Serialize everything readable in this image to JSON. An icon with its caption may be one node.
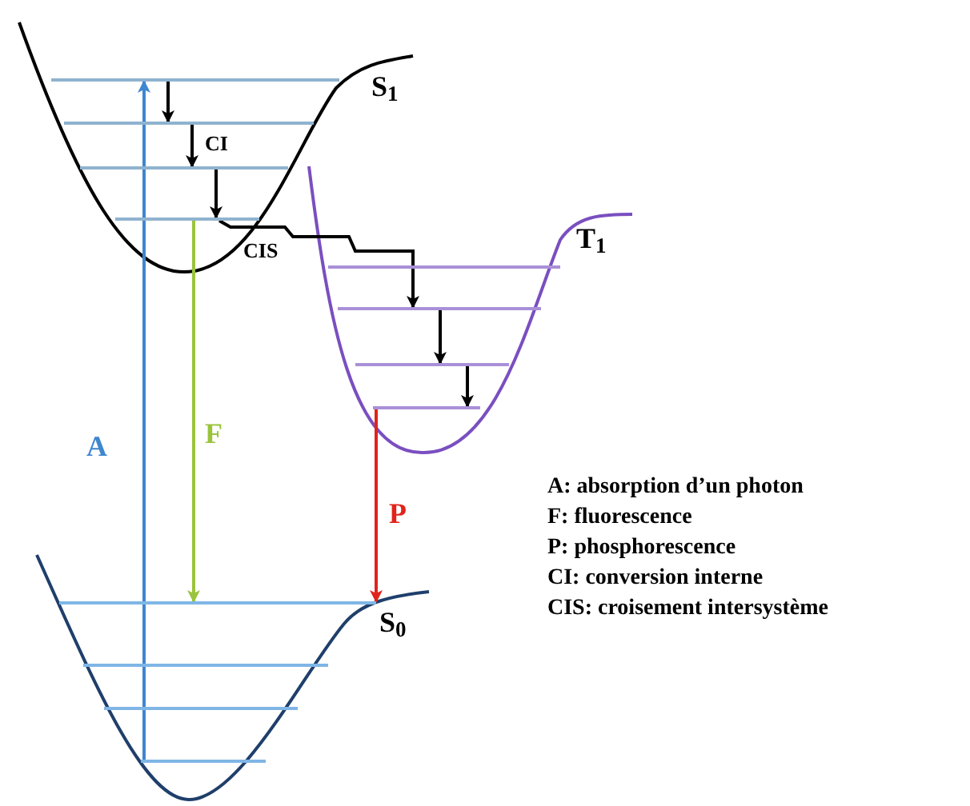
{
  "diagram": {
    "nodes": [
      {
        "text": [],
        "shape": "bar"
      },
      {
        "text": [],
        "shape": "bar"
      },
      {
        "text": [],
        "shape": "bar"
      },
      {
        "text": [],
        "shape": "bar"
      },
      {
        "text": [],
        "shape": "bar"
      },
      {
        "text": [],
        "shape": "bar"
      },
      {
        "text": [],
        "shape": "bar"
      },
      {
        "text": [],
        "shape": "bar"
      },
      {
        "text": [],
        "shape": "bar"
      },
      {
        "text": [],
        "shape": "bar"
      },
      {
        "text": [],
        "shape": "bar"
      },
      {
        "text": [],
        "shape": "bar"
      }
    ],
    "edges": [
      {
        "from": 0,
        "to": 1,
        "arrow": "to"
      },
      {
        "from": 1,
        "to": 2,
        "arrow": "to",
        "label": "CI"
      },
      {
        "from": 2,
        "to": 3,
        "arrow": "to"
      },
      {
        "from": 3,
        "to": 5,
        "arrow": "to",
        "label": "CIS"
      },
      {
        "from": 5,
        "to": 6,
        "arrow": "to"
      },
      {
        "from": 6,
        "to": 7,
        "arrow": "to"
      },
      {
        "from": 11,
        "to": 0,
        "arrow": "to",
        "label": "A",
        "color": "#3f86d0"
      },
      {
        "from": 3,
        "to": 8,
        "arrow": "to",
        "label": "F",
        "color": "#9ac43c"
      },
      {
        "from": 7,
        "to": 8,
        "arrow": "to",
        "label": "P",
        "color": "#e0241b"
      }
    ],
    "labels": [
      "S$_{1}$",
      "T$_{1}$",
      "S$_{0}$",
      "A: absorption d’un photon",
      "F: fluorescence",
      "P: phosphorescence",
      "CI: conversion interne",
      "CIS: croisement intersystème"
    ]
  }
}
